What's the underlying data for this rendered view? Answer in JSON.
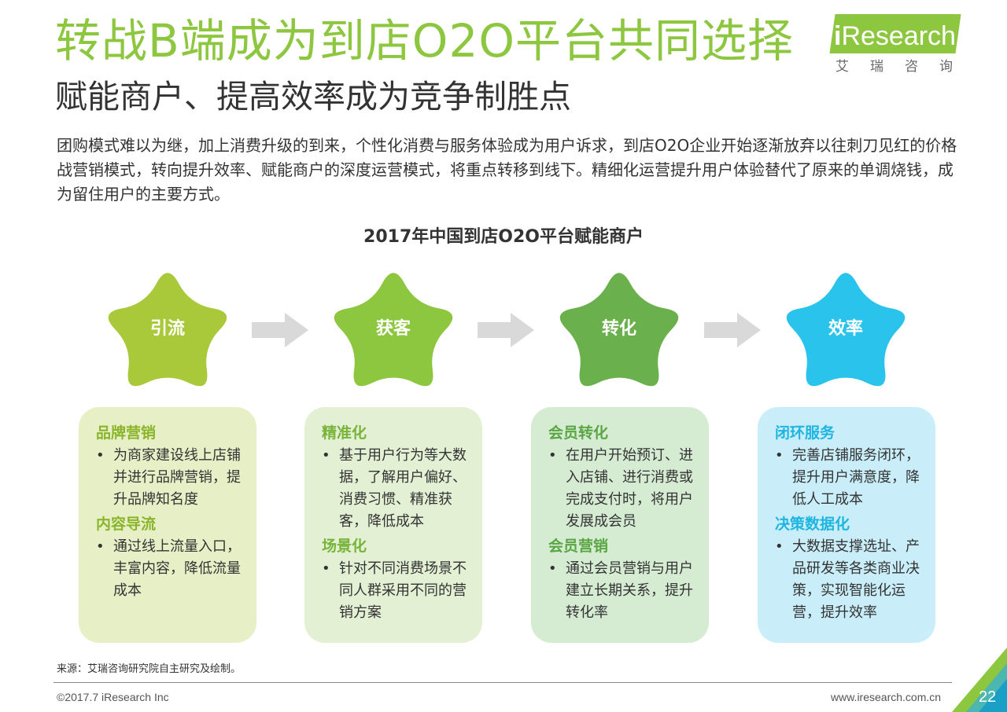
{
  "header": {
    "title": "转战B端成为到店O2O平台共同选择",
    "subtitle": "赋能商户、提高效率成为竞争制胜点"
  },
  "logo": {
    "i": "i",
    "brand": "Research",
    "cn": "艾瑞咨询"
  },
  "intro": "团购模式难以为继，加上消费升级的到来，个性化消费与服务体验成为用户诉求，到店O2O企业开始逐渐放弃以往刺刀见红的价格战营销模式，转向提升效率、赋能商户的深度运营模式，将重点转移到线下。精细化运营提升用户体验替代了原来的单调烧钱，成为留住用户的主要方式。",
  "chart_title": "2017年中国到店O2O平台赋能商户",
  "stages": [
    {
      "label": "引流",
      "color": "#a9c93a",
      "card_bg": "#e7efc6",
      "head_color": "#8ab52b",
      "sections": [
        {
          "head": "品牌营销",
          "items": [
            "为商家建设线上店铺并进行品牌营销，提升品牌知名度"
          ]
        },
        {
          "head": "内容导流",
          "items": [
            "通过线上流量入口，丰富内容，降低流量成本"
          ]
        }
      ]
    },
    {
      "label": "获客",
      "color": "#8dc63f",
      "card_bg": "#e3f0d4",
      "head_color": "#78b33a",
      "sections": [
        {
          "head": "精准化",
          "items": [
            "基于用户行为等大数据，了解用户偏好、消费习惯、精准获客，降低成本"
          ]
        },
        {
          "head": "场景化",
          "items": [
            "针对不同消费场景不同人群采用不同的营销方案"
          ]
        }
      ]
    },
    {
      "label": "转化",
      "color": "#6ab04c",
      "card_bg": "#d5ecd3",
      "head_color": "#5aa544",
      "sections": [
        {
          "head": "会员转化",
          "items": [
            "在用户开始预订、进入店铺、进行消费或完成支付时，将用户发展成会员"
          ]
        },
        {
          "head": "会员营销",
          "items": [
            "通过会员营销与用户建立长期关系，提升转化率"
          ]
        }
      ]
    },
    {
      "label": "效率",
      "color": "#29c3ec",
      "card_bg": "#c9eef9",
      "head_color": "#1fb5e0",
      "sections": [
        {
          "head": "闭环服务",
          "items": [
            "完善店铺服务闭环，提升用户满意度，降低人工成本"
          ]
        },
        {
          "head": "决策数据化",
          "items": [
            "大数据支撑选址、产品研发等各类商业决策，实现智能化运营，提升效率"
          ]
        }
      ]
    }
  ],
  "footer": {
    "source": "来源：艾瑞咨询研究院自主研究及绘制。",
    "copyright": "©2017.7 iResearch Inc",
    "url": "www.iresearch.com.cn",
    "page": "22"
  }
}
